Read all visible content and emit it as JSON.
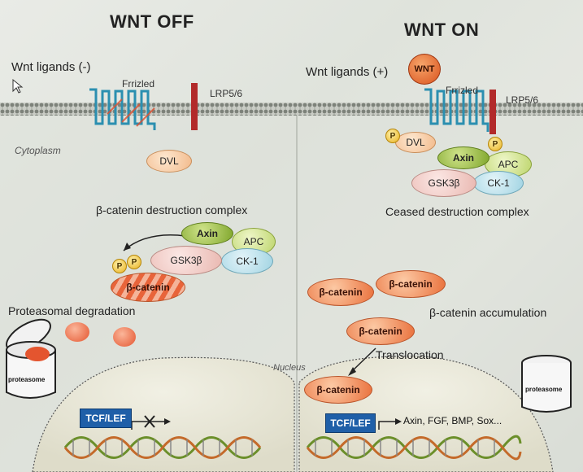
{
  "left": {
    "title": "WNT OFF",
    "ligands": "Wnt ligands (-)",
    "frizzled": "Frrizled",
    "lrp": "LRP5/6",
    "cytoplasm": "Cytoplasm",
    "dvl": "DVL",
    "complex_title": "β-catenin destruction complex",
    "axin": "Axin",
    "apc": "APC",
    "gsk": "GSK3β",
    "ck": "CK-1",
    "p": "P",
    "bcat": "β-catenin",
    "degradation": "Proteasomal degradation",
    "proteasome": "proteasome",
    "tcf": "TCF/LEF"
  },
  "right": {
    "title": "WNT ON",
    "ligands": "Wnt ligands (+)",
    "wnt": "WNT",
    "frizzled": "Frrizled",
    "lrp": "LRP5/6",
    "dvl": "DVL",
    "p": "P",
    "axin": "Axin",
    "apc": "APC",
    "gsk": "GSK3β",
    "ck": "CK-1",
    "ceased": "Ceased destruction complex",
    "bcat": "β-catenin",
    "accumulation": "β-catenin accumulation",
    "translocation": "Translocation",
    "nucleus": "Nucleus",
    "proteasome": "proteasome",
    "tcf": "TCF/LEF",
    "targets": "Axin, FGF, BMP, Sox..."
  },
  "colors": {
    "membrane": "#8a8f86",
    "receptor": "#2b8fb0",
    "lrp": "#b22a2a",
    "bcat": "#e96f3a",
    "tcf": "#1f5fa8"
  }
}
